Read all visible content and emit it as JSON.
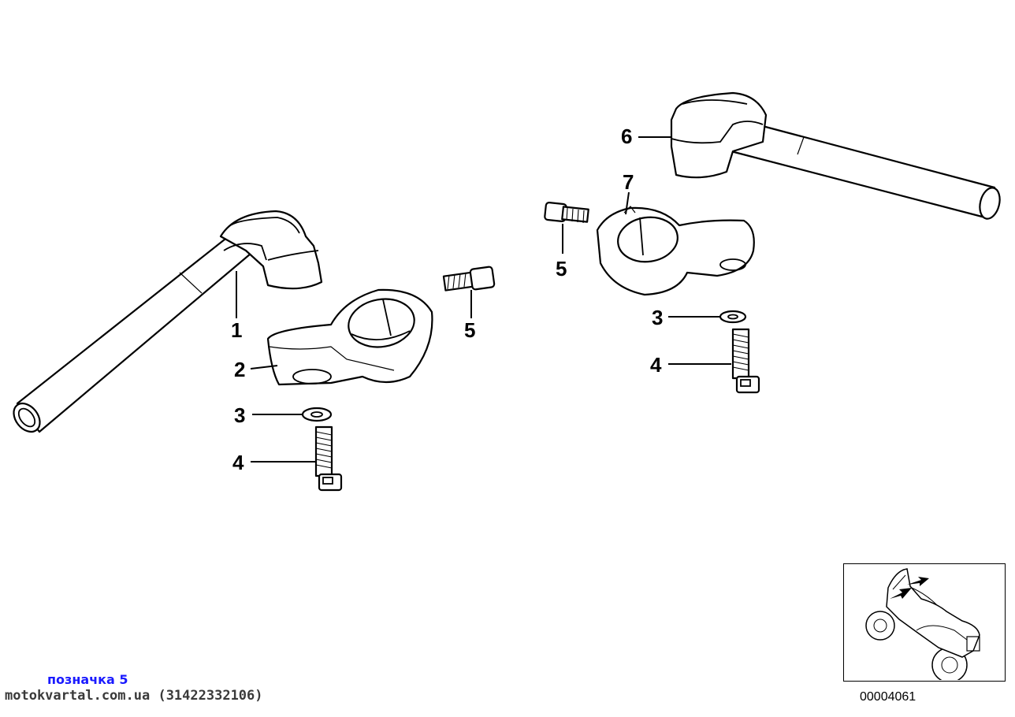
{
  "callouts": {
    "l1": "1",
    "l2": "2",
    "l3": "3",
    "l4": "4",
    "l5": "5",
    "r3": "3",
    "r4": "4",
    "r5": "5",
    "r6": "6",
    "r7": "7"
  },
  "footer": {
    "caption": "позначка 5",
    "watermark": "motokvartal.com.ua (31422332106)",
    "diagram_id": "00004061"
  }
}
